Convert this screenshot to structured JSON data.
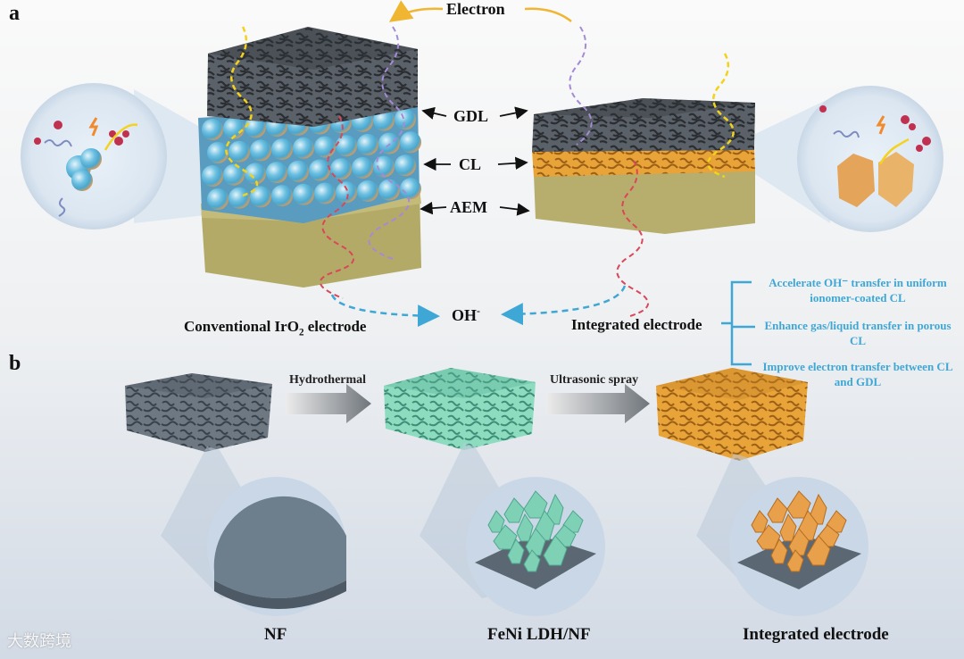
{
  "panel_a": {
    "letter": "a",
    "electron_label": "Electron",
    "gdl_label": "GDL",
    "cl_label": "CL",
    "aem_label": "AEM",
    "oh_label": "OH",
    "oh_sup": "-",
    "conventional_label_pre": "Conventional IrO",
    "conventional_label_sub": "2",
    "conventional_label_post": " electrode",
    "integrated_label": "Integrated electrode",
    "benefits": [
      "Accelerate OH⁻ transfer in uniform ionomer-coated CL",
      "Enhance gas/liquid transfer in porous CL",
      "Improve electron transfer between CL and GDL"
    ]
  },
  "panel_b": {
    "letter": "b",
    "step1_label": "Hydrothermal",
    "step2_label": "Ultrasonic spray",
    "captions": [
      "NF",
      "FeNi LDH/NF",
      "Integrated electrode"
    ]
  },
  "watermark": "大数跨境",
  "colors": {
    "gdl_dark": "#3b4046",
    "sphere_blue": "#5fb8d9",
    "sphere_orange": "#e8a35a",
    "aem_olive": "#b7ad6c",
    "cl_orange": "#e39a34",
    "ldh_green": "#7dd3b4",
    "benefit_blue": "#3ea7d6",
    "bg_top": "#f7f8f8",
    "bg_bottom": "#d6dde7"
  }
}
